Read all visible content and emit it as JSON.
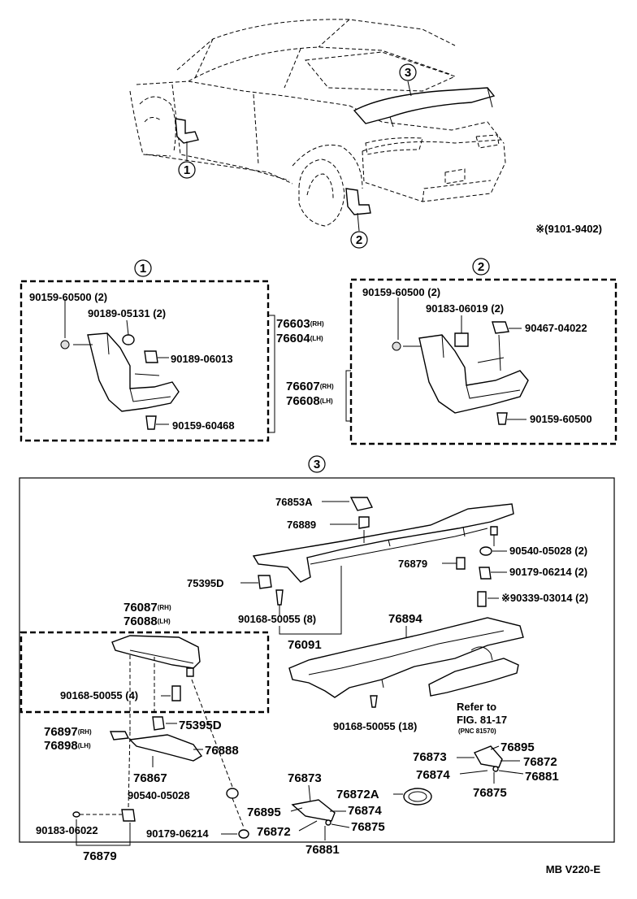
{
  "header": {
    "note": "※(9101-9402)"
  },
  "footer": {
    "code": "MB V220-E"
  },
  "callouts": {
    "c1": "1",
    "c2": "2",
    "c3": "3"
  },
  "sec1": {
    "l1": "90159-60500 (2)",
    "l2": "90189-05131 (2)",
    "l3": "90189-06013",
    "l4": "90159-60468",
    "l5": "76603",
    "l5s": "(RH)",
    "l6": "76604",
    "l6s": "(LH)"
  },
  "sec2": {
    "l1": "90159-60500 (2)",
    "l2": "90183-06019 (2)",
    "l3": "90467-04022",
    "l4": "90159-60500",
    "l5": "76607",
    "l5s": "(RH)",
    "l6": "76608",
    "l6s": "(LH)"
  },
  "sec3": {
    "a1": "76853A",
    "a2": "76889",
    "a3": "90540-05028 (2)",
    "a4": "76879",
    "a5": "90179-06214 (2)",
    "a6": "75395D",
    "a7": "※90339-03014 (2)",
    "a8": "90168-50055 (8)",
    "a9": "76091",
    "a10": "76894",
    "a11": "76087",
    "a11s": "(RH)",
    "a12": "76088",
    "a12s": "(LH)",
    "a13": "90168-50055 (4)",
    "a14": "75395D",
    "a15": "76897",
    "a15s": "(RH)",
    "a16": "76898",
    "a16s": "(LH)",
    "a17": "76888",
    "a18": "76867",
    "a19": "90540-05028",
    "a20": "90183-06022",
    "a21": "90179-06214",
    "a22": "76879",
    "a23": "90168-50055 (18)",
    "a24": "Refer to",
    "a25": "FIG. 81-17",
    "a26": "(PNC 81570)",
    "b1": "76873",
    "b2": "76872A",
    "b3": "76895",
    "b4": "76874",
    "b5": "76872",
    "b6": "76875",
    "b7": "76881",
    "c1": "76873",
    "c2": "76895",
    "c3": "76872",
    "c4": "76874",
    "c5": "76881",
    "c6": "76875"
  }
}
